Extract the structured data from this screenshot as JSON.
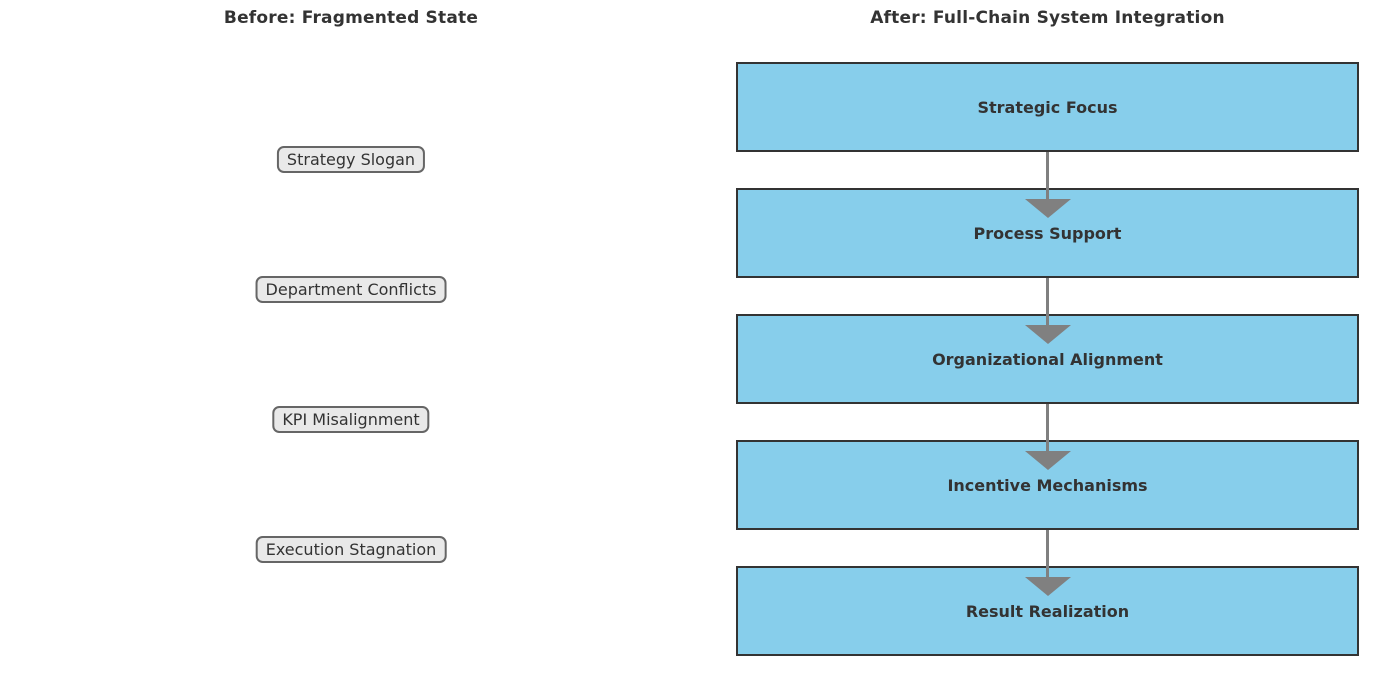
{
  "diagram": {
    "kind": "before-after-flowchart"
  },
  "before": {
    "title": "Before: Fragmented State",
    "items": [
      {
        "label": "Strategy Slogan"
      },
      {
        "label": "Department Conflicts"
      },
      {
        "label": "KPI Misalignment"
      },
      {
        "label": "Execution Stagnation"
      }
    ]
  },
  "after": {
    "title": "After: Full-Chain System Integration",
    "steps": [
      {
        "label": "Strategic Focus"
      },
      {
        "label": "Process Support"
      },
      {
        "label": "Organizational Alignment"
      },
      {
        "label": "Incentive Mechanisms"
      },
      {
        "label": "Result Realization"
      }
    ]
  },
  "colors": {
    "background": "#ffffff",
    "step_fill": "#87CEEB",
    "step_border": "#333333",
    "item_fill": "#e9e9e9",
    "item_border": "#666666",
    "arrow": "#808080",
    "text": "#333333"
  }
}
